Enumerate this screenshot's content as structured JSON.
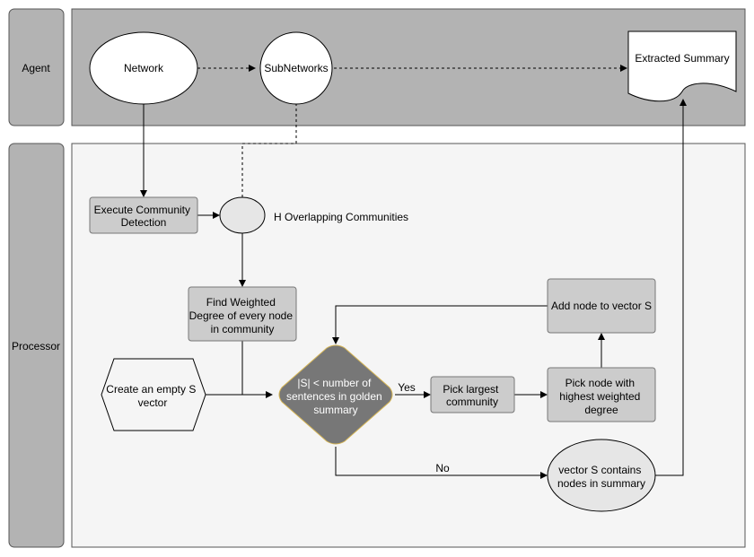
{
  "lanes": {
    "agent": "Agent",
    "processor": "Processor"
  },
  "nodes": {
    "network": "Network",
    "subnetworks": "SubNetworks",
    "extracted_summary": "Extracted Summary",
    "execute_community_detection": [
      "Execute Community",
      "Detection"
    ],
    "h_overlapping": "H Overlapping Communities",
    "find_weighted_degree": [
      "Find Weighted",
      "Degree of every node",
      "in community"
    ],
    "create_empty_s": [
      "Create an empty S",
      "vector"
    ],
    "condition": [
      "|S| < number of",
      "sentences in golden",
      "summary"
    ],
    "pick_largest": [
      "Pick largest",
      "community"
    ],
    "pick_node": [
      "Pick node with",
      "highest weighted",
      "degree"
    ],
    "add_node": "Add node to vector S",
    "vector_s_contains": [
      "vector S contains",
      "nodes in summary"
    ]
  },
  "edges": {
    "yes": "Yes",
    "no": "No"
  },
  "colors": {
    "agent_lane": "#b3b3b3",
    "processor_lane": "#f5f5f5",
    "lane_header": "#b3b3b3",
    "box": "#cccccc",
    "diamond": "#777777"
  }
}
